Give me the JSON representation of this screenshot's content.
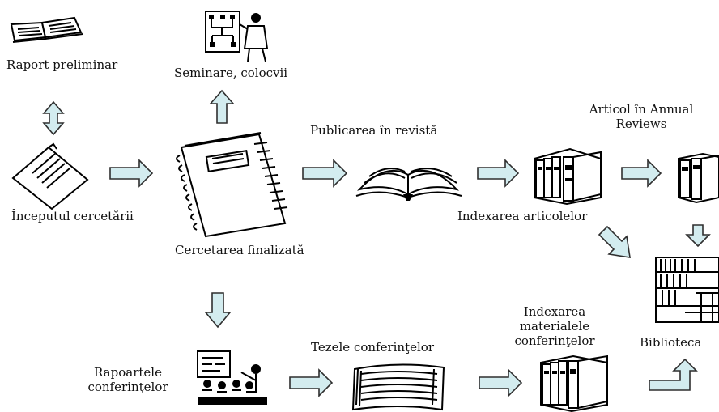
{
  "colors": {
    "arrow_fill": "#d3ecef",
    "arrow_stroke": "#2f2f2f",
    "ink": "#000000",
    "paper": "#ffffff"
  },
  "icons": {
    "preliminary_report": "open-book-icon",
    "seminars": "presenter-at-board-icon",
    "research_start": "document-sheet-icon",
    "research_done": "spiral-notebook-icon",
    "journal": "open-book-icon",
    "article_index": "binders-icon",
    "annual_reviews": "binders-icon",
    "library": "library-shelves-icon",
    "conference_reports": "presentation-audience-icon",
    "conference_theses": "stack-of-papers-icon",
    "conference_index": "binders-icon"
  },
  "labels": {
    "preliminary_report": "Raport preliminar",
    "seminars": "Seminare, colocvii",
    "research_start": "Începutul cercetării",
    "research_done": "Cercetarea finalizată",
    "journal_publication": "Publicarea în revistă",
    "article_index": "Indexarea articolelor",
    "annual_reviews_line1": "Articol în Annual",
    "annual_reviews_line2": "Reviews",
    "conference_reports_line1": "Rapoartele",
    "conference_reports_line2": "conferinţelor",
    "conference_theses": "Tezele conferinţelor",
    "conference_index_line1": "Indexarea",
    "conference_index_line2": "materialele",
    "conference_index_line3": "conferinţelor",
    "library": "Biblioteca"
  }
}
